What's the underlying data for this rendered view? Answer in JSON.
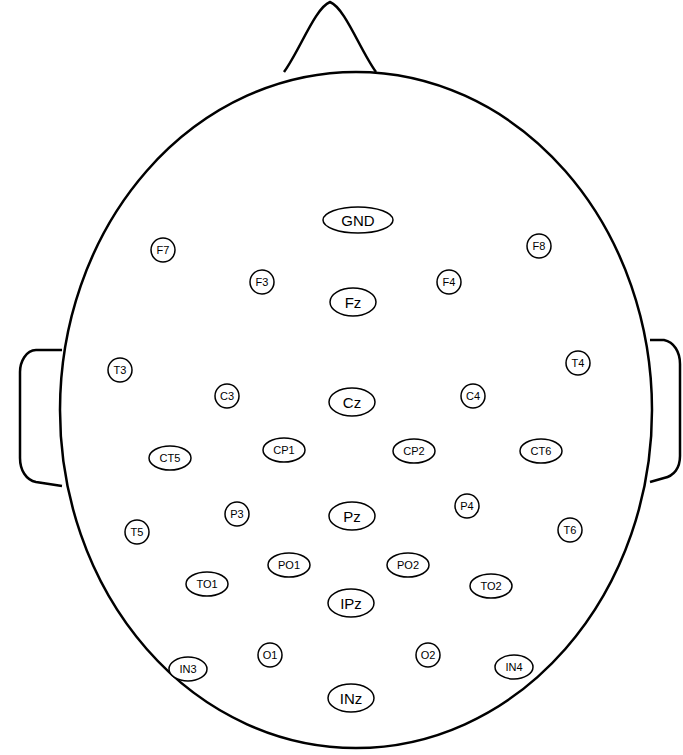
{
  "diagram": {
    "nodes": [
      {
        "text": [
          "GND"
        ]
      },
      {
        "text": [
          "F7"
        ]
      },
      {
        "text": [
          "F8"
        ]
      },
      {
        "text": [
          "F3"
        ]
      },
      {
        "text": [
          "Fz"
        ]
      },
      {
        "text": [
          "F4"
        ]
      },
      {
        "text": [
          "T3"
        ]
      },
      {
        "text": [
          "T4"
        ]
      },
      {
        "text": [
          "C3"
        ]
      },
      {
        "text": [
          "Cz"
        ]
      },
      {
        "text": [
          "C4"
        ]
      },
      {
        "text": [
          "CT5"
        ]
      },
      {
        "text": [
          "CP1"
        ]
      },
      {
        "text": [
          "CP2"
        ]
      },
      {
        "text": [
          "CT6"
        ]
      },
      {
        "text": [
          "P3"
        ]
      },
      {
        "text": [
          "Pz"
        ]
      },
      {
        "text": [
          "P4"
        ]
      },
      {
        "text": [
          "T5"
        ]
      },
      {
        "text": [
          "T6"
        ]
      },
      {
        "text": [
          "PO1"
        ]
      },
      {
        "text": [
          "PO2"
        ]
      },
      {
        "text": [
          "TO1"
        ]
      },
      {
        "text": [
          "TO2"
        ]
      },
      {
        "text": [
          "IPz"
        ]
      },
      {
        "text": [
          "IN3"
        ]
      },
      {
        "text": [
          "O1"
        ]
      },
      {
        "text": [
          "O2"
        ]
      },
      {
        "text": [
          "IN4"
        ]
      },
      {
        "text": [
          "INz"
        ]
      }
    ]
  }
}
